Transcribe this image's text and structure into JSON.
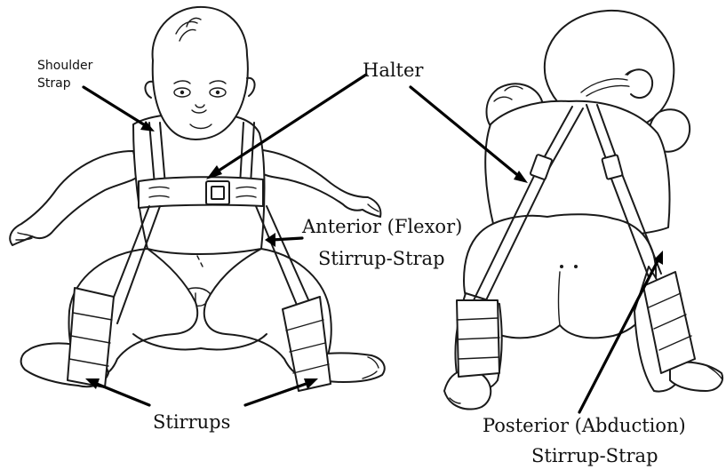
{
  "labels": {
    "shoulder_strap_line1": "Shoulder",
    "shoulder_strap_line2": "Strap",
    "halter": "Halter",
    "anterior_line1": "Anterior (Flexor)",
    "anterior_line2": "Stirrup-Strap",
    "stirrups": "Stirrups",
    "posterior_line1": "Posterior (Abduction)",
    "posterior_line2": "Stirrup-Strap"
  }
}
